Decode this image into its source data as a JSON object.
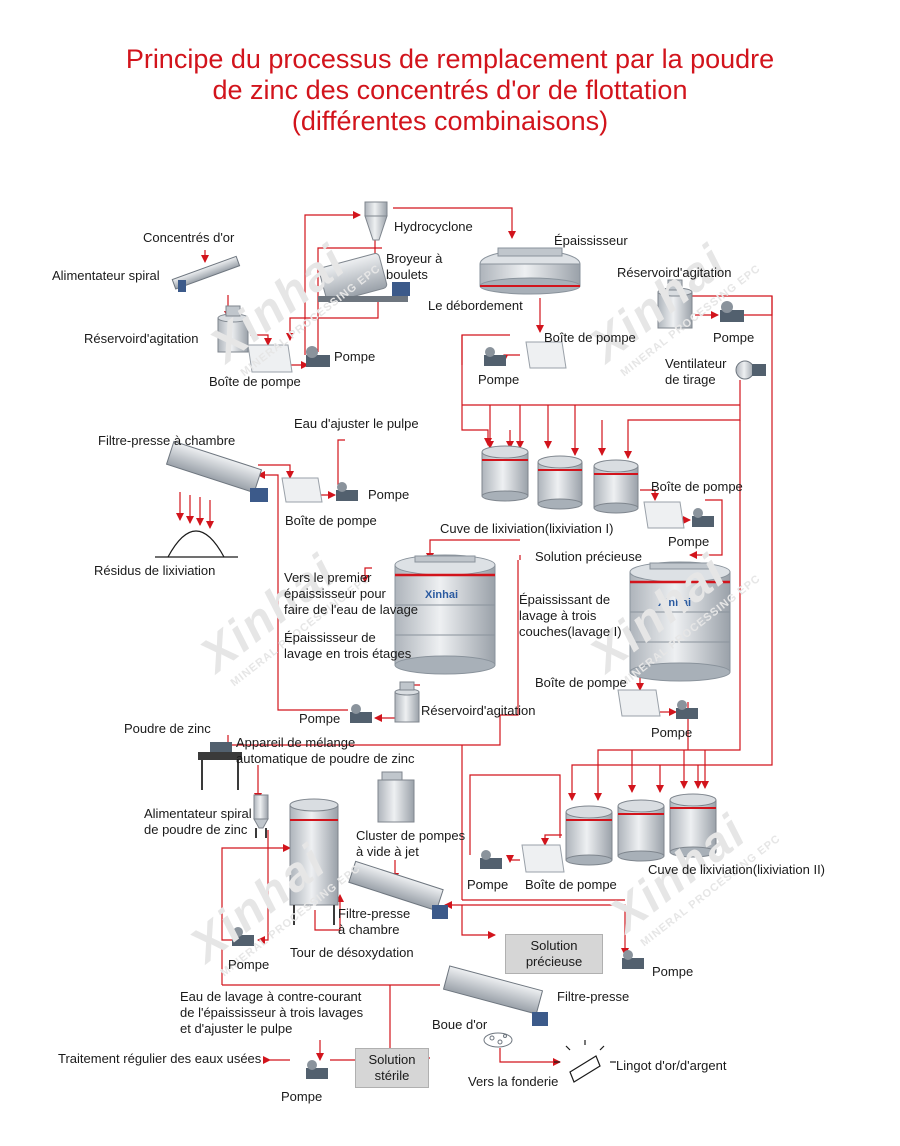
{
  "title": {
    "line1": "Principe du processus de remplacement par la poudre",
    "line2": "de zinc des concentrés d'or de flottation",
    "line3": "(différentes combinaisons)"
  },
  "watermark": {
    "brand": "Xinhai",
    "tagline": "MINERAL PROCESSING EPC"
  },
  "tank_logo": "Xinhai",
  "colors": {
    "title": "#d2141c",
    "flow_line": "#d2141c",
    "equipment": "#c9ced4",
    "box": "#d6d6d6"
  },
  "labels": {
    "concentres": "Concentrés d'or",
    "alimentateur_spiral": "Alimentateur spiral",
    "reservoir_agitation_1": "Réservoird'agitation",
    "boite_pompe_1": "Boîte de pompe",
    "pompe_1": "Pompe",
    "hydrocyclone": "Hydrocyclone",
    "broyeur": "Broyeur à\nboulets",
    "epaississeur": "Épaississeur",
    "debordement": "Le débordement",
    "boite_pompe_2": "Boîte de pompe",
    "pompe_2": "Pompe",
    "reservoir_agitation_2": "Réservoird'agitation",
    "pompe_3": "Pompe",
    "ventilateur": "Ventilateur\nde tirage",
    "filtre_presse_chambre_1": "Filtre-presse à chambre",
    "eau_ajuster": "Eau d'ajuster le pulpe",
    "pompe_4": "Pompe",
    "boite_pompe_3": "Boîte de pompe",
    "residus": "Résidus de lixiviation",
    "cuve_lix_1": "Cuve de lixiviation(lixiviation I)",
    "boite_pompe_4": "Boîte de pompe",
    "pompe_5": "Pompe",
    "solution_precieuse_1": "Solution précieuse",
    "vers_premier": "Vers le premier\népaississeur pour\nfaire de l'eau de lavage",
    "epaississeur_trois_etages": "Épaississeur de\nlavage en trois étages",
    "epaississant_lavage": "Épaississant de\nlavage à trois\ncouches(lavage I)",
    "boite_pompe_5": "Boîte de pompe",
    "pompe_6": "Pompe",
    "pompe_7": "Pompe",
    "reservoir_agitation_3": "Réservoird'agitation",
    "poudre_zinc": "Poudre de zinc",
    "appareil_melange": "Appareil de mélange\nautomatique de poudre de zinc",
    "alimentateur_zinc": "Alimentateur spiral\nde poudre de zinc",
    "cluster_pompes": "Cluster de pompes\nà vide à jet",
    "filtre_presse_chambre_2": "Filtre-presse\nà chambre",
    "pompe_8": "Pompe",
    "tour_desoxydation": "Tour de désoxydation",
    "pompe_9": "Pompe",
    "boite_pompe_6": "Boîte de pompe",
    "cuve_lix_2": "Cuve de lixiviation(lixiviation II)",
    "solution_precieuse_2": "Solution\nprécieuse",
    "pompe_10": "Pompe",
    "eau_lavage": "Eau de lavage à contre-courant\nde l'épaississeur à trois lavages\net d'ajuster le pulpe",
    "filtre_presse": "Filtre-presse",
    "boue_or": "Boue d'or",
    "traitement": "Traitement régulier des eaux usées",
    "solution_sterile": "Solution\nstérile",
    "vers_fonderie": "Vers la fonderie",
    "lingot": "Lingot d'or/d'argent",
    "pompe_11": "Pompe"
  }
}
